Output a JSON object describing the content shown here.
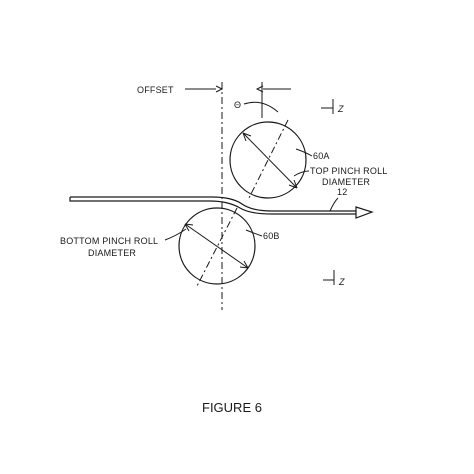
{
  "labels": {
    "offset": "OFFSET",
    "theta": "Θ",
    "top_roll_ref": "60A",
    "top_diameter_line1": "TOP PINCH ROLL",
    "top_diameter_line2": "DIAMETER",
    "strip_ref": "12",
    "bottom_diameter_line1": "BOTTOM PINCH ROLL",
    "bottom_diameter_line2": "DIAMETER",
    "bottom_roll_ref": "60B",
    "section_mark_top": "Z",
    "section_mark_bottom": "Z"
  },
  "caption": "FIGURE 6",
  "colors": {
    "ink": "#1a1a1a",
    "background": "#ffffff"
  }
}
